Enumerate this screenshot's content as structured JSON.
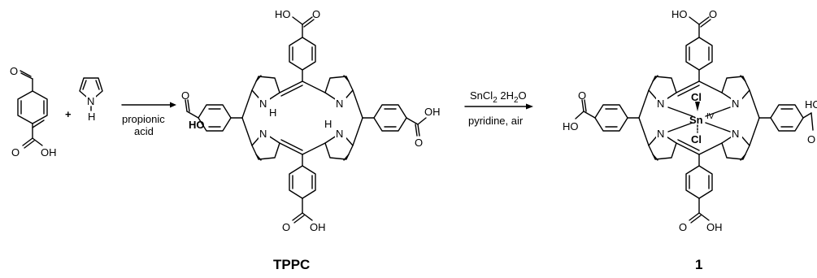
{
  "reactants": {
    "aldehyde": {
      "o_label": "O",
      "oh_label": "OH"
    },
    "plus": "+",
    "pyrrole": {
      "n_label": "N",
      "h_label": "H"
    }
  },
  "step1": {
    "line1": "propionic",
    "line2": "acid"
  },
  "step2": {
    "reagent": "SnCl2 2H2O",
    "reagent_base": "SnCl",
    "reagent_sub1": "2",
    "reagent_mid": " 2H",
    "reagent_sub2": "2",
    "reagent_end": "O",
    "line2": "pyridine, air"
  },
  "tppc": {
    "name": "TPPC",
    "cooh_label": "HO",
    "carbonyl_o": "O",
    "oh": "OH",
    "n": "N",
    "h": "H"
  },
  "product": {
    "name": "1",
    "metal": "Sn",
    "oxidation": "IV",
    "axial": "Cl",
    "n": "N",
    "oh_label": "HO",
    "carbonyl_o": "O",
    "oh": "OH"
  }
}
